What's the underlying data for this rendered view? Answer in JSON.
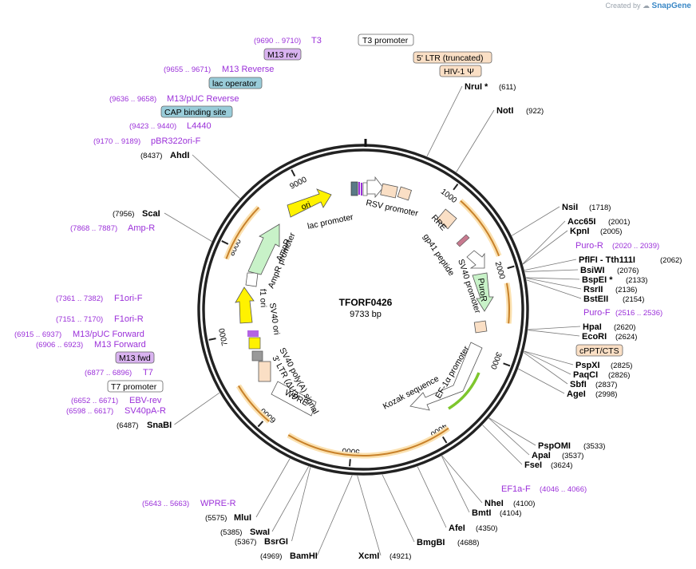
{
  "brand": {
    "prefix": "Created by",
    "name": "SnapGene"
  },
  "plasmid": {
    "name": "TFORF0426",
    "length": "9733 bp",
    "total_bp": 9733
  },
  "colors": {
    "primer": "#9b30d9",
    "feature_orange": "#f3a425",
    "backbone": "#222222"
  },
  "ticks": [
    {
      "bp": 1000,
      "label": "1000"
    },
    {
      "bp": 2000,
      "label": "2000"
    },
    {
      "bp": 3000,
      "label": "3000"
    },
    {
      "bp": 4000,
      "label": "4000"
    },
    {
      "bp": 5000,
      "label": "5000"
    },
    {
      "bp": 6000,
      "label": "6000"
    },
    {
      "bp": 7000,
      "label": "7000"
    },
    {
      "bp": 8000,
      "label": "8000"
    },
    {
      "bp": 9000,
      "label": "9000"
    }
  ],
  "enzymes": [
    {
      "name": "NruI *",
      "pos": "(611)",
      "bp": 611
    },
    {
      "name": "NotI",
      "pos": "(922)",
      "bp": 922
    },
    {
      "name": "NsiI",
      "pos": "(1718)",
      "bp": 1718
    },
    {
      "name": "Acc65I",
      "pos": "(2001)",
      "bp": 2001
    },
    {
      "name": "KpnI",
      "pos": "(2005)",
      "bp": 2005
    },
    {
      "name": "PflFI - Tth111I",
      "pos": "(2062)",
      "bp": 2062
    },
    {
      "name": "BsiWI",
      "pos": "(2076)",
      "bp": 2076
    },
    {
      "name": "BspEI *",
      "pos": "(2133)",
      "bp": 2133
    },
    {
      "name": "RsrII",
      "pos": "(2136)",
      "bp": 2136
    },
    {
      "name": "BstEII",
      "pos": "(2154)",
      "bp": 2154
    },
    {
      "name": "HpaI",
      "pos": "(2620)",
      "bp": 2620
    },
    {
      "name": "EcoRI",
      "pos": "(2624)",
      "bp": 2624
    },
    {
      "name": "PspXI",
      "pos": "(2825)",
      "bp": 2825
    },
    {
      "name": "PaqCI",
      "pos": "(2826)",
      "bp": 2826
    },
    {
      "name": "SbfI",
      "pos": "(2837)",
      "bp": 2837
    },
    {
      "name": "AgeI",
      "pos": "(2998)",
      "bp": 2998
    },
    {
      "name": "PspOMI",
      "pos": "(3533)",
      "bp": 3533
    },
    {
      "name": "ApaI",
      "pos": "(3537)",
      "bp": 3537
    },
    {
      "name": "FseI",
      "pos": "(3624)",
      "bp": 3624
    },
    {
      "name": "NheI",
      "pos": "(4100)",
      "bp": 4100
    },
    {
      "name": "BmtI",
      "pos": "(4104)",
      "bp": 4104
    },
    {
      "name": "AfeI",
      "pos": "(4350)",
      "bp": 4350
    },
    {
      "name": "BmgBI",
      "pos": "(4688)",
      "bp": 4688
    },
    {
      "name": "XcmI",
      "pos": "(4921)",
      "bp": 4921
    },
    {
      "name": "BamHI",
      "pos": "(4969)",
      "bp": 4969
    },
    {
      "name": "BsrGI",
      "pos": "(5367)",
      "bp": 5367
    },
    {
      "name": "SwaI",
      "pos": "(5385)",
      "bp": 5385
    },
    {
      "name": "MluI",
      "pos": "(5575)",
      "bp": 5575
    },
    {
      "name": "SnaBI",
      "pos": "(6487)",
      "bp": 6487
    },
    {
      "name": "ScaI",
      "pos": "(7956)",
      "bp": 7956
    },
    {
      "name": "AhdI",
      "pos": "(8437)",
      "bp": 8437
    }
  ],
  "primers": [
    {
      "name": "T3",
      "pos": "(9690 .. 9710)"
    },
    {
      "name": "M13 Reverse",
      "pos": "(9655 .. 9671)"
    },
    {
      "name": "M13/pUC Reverse",
      "pos": "(9636 .. 9658)"
    },
    {
      "name": "L4440",
      "pos": "(9423 .. 9440)"
    },
    {
      "name": "pBR322ori-F",
      "pos": "(9170 .. 9189)"
    },
    {
      "name": "Amp-R",
      "pos": "(7868 .. 7887)"
    },
    {
      "name": "F1ori-F",
      "pos": "(7361 .. 7382)"
    },
    {
      "name": "F1ori-R",
      "pos": "(7151 .. 7170)"
    },
    {
      "name": "M13/pUC Forward",
      "pos": "(6915 .. 6937)"
    },
    {
      "name": "M13 Forward",
      "pos": "(6906 .. 6923)"
    },
    {
      "name": "T7",
      "pos": "(6877 .. 6896)"
    },
    {
      "name": "EBV-rev",
      "pos": "(6652 .. 6671)"
    },
    {
      "name": "SV40pA-R",
      "pos": "(6598 .. 6617)"
    },
    {
      "name": "WPRE-R",
      "pos": "(5643 .. 5663)"
    },
    {
      "name": "Puro-R",
      "pos": "(2020 .. 2039)"
    },
    {
      "name": "Puro-F",
      "pos": "(2516 .. 2536)"
    },
    {
      "name": "EF1a-F",
      "pos": "(4046 .. 4066)"
    }
  ],
  "boxed_labels": [
    {
      "name": "T3 promoter",
      "fill": "#ffffff"
    },
    {
      "name": "M13 rev",
      "fill": "#d9b3f0"
    },
    {
      "name": "lac operator",
      "fill": "#99ccd9"
    },
    {
      "name": "CAP binding site",
      "fill": "#99ccd9"
    },
    {
      "name": "5' LTR (truncated)",
      "fill": "#fadfc5"
    },
    {
      "name": "HIV-1 Ψ",
      "fill": "#fadfc5"
    },
    {
      "name": "cPPT/CTS",
      "fill": "#fadfc5"
    },
    {
      "name": "M13 fwd",
      "fill": "#d9b3f0"
    },
    {
      "name": "T7 promoter",
      "fill": "#ffffff"
    }
  ],
  "features": [
    {
      "name": "ori"
    },
    {
      "name": "lac promoter"
    },
    {
      "name": "RSV promoter"
    },
    {
      "name": "RRE"
    },
    {
      "name": "gp41 peptide"
    },
    {
      "name": "SV40 promoter"
    },
    {
      "name": "PuroR"
    },
    {
      "name": "EF-1α promoter"
    },
    {
      "name": "Kozak sequence"
    },
    {
      "name": "WPRE"
    },
    {
      "name": "3' LTR (ΔU3)"
    },
    {
      "name": "SV40 poly(A) signal"
    },
    {
      "name": "SV40 ori"
    },
    {
      "name": "f1 ori"
    },
    {
      "name": "AmpR promoter"
    },
    {
      "name": "AmpR"
    }
  ]
}
